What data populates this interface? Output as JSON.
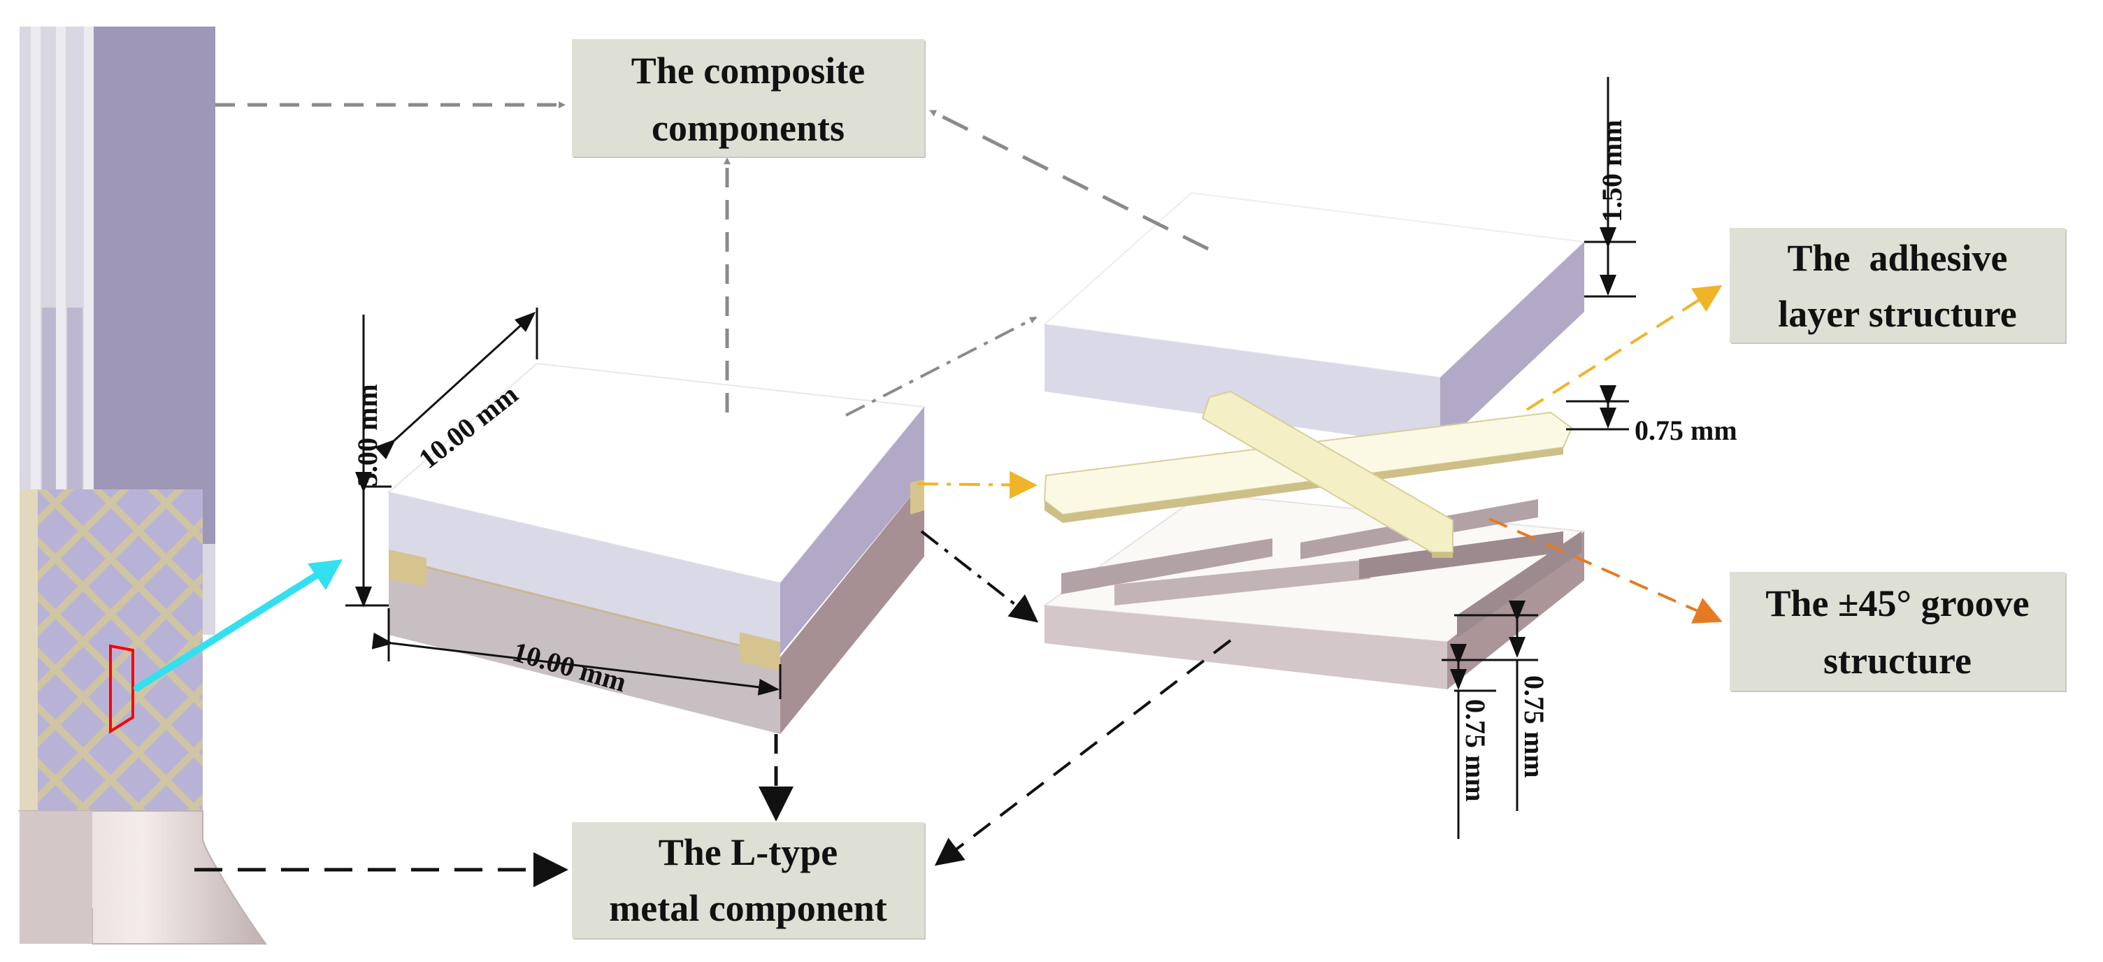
{
  "labels": {
    "composite_line1": "The composite",
    "composite_line2": "components",
    "adhesive_line1": "The  adhesive",
    "adhesive_line2": "layer structure",
    "groove_line1": "The ±45° groove",
    "groove_line2": "structure",
    "metal_line1": "The L-type",
    "metal_line2": "metal component"
  },
  "dimensions": {
    "width_bottom": "10.00 mm",
    "depth_diagonal": "10.00 mm",
    "height_total": "3.00 mm",
    "composite_thickness": "1.50 mm",
    "adhesive_thickness": "0.75 mm",
    "groove_depth": "0.75 mm",
    "metal_thickness": "0.75 mm"
  },
  "colors": {
    "label_box": "#dedfd5",
    "composite_face": "#d8d8e6",
    "composite_side": "#b3abc6",
    "metal": "#c9bcbe",
    "adhesive": "#ece7b8",
    "arrow_gray": "#8a8a8a",
    "arrow_black": "#111111",
    "arrow_yellow": "#f0b429",
    "arrow_orange": "#e67a22",
    "arrow_cyan": "#33e0ef",
    "marker_red": "#ff0000"
  }
}
